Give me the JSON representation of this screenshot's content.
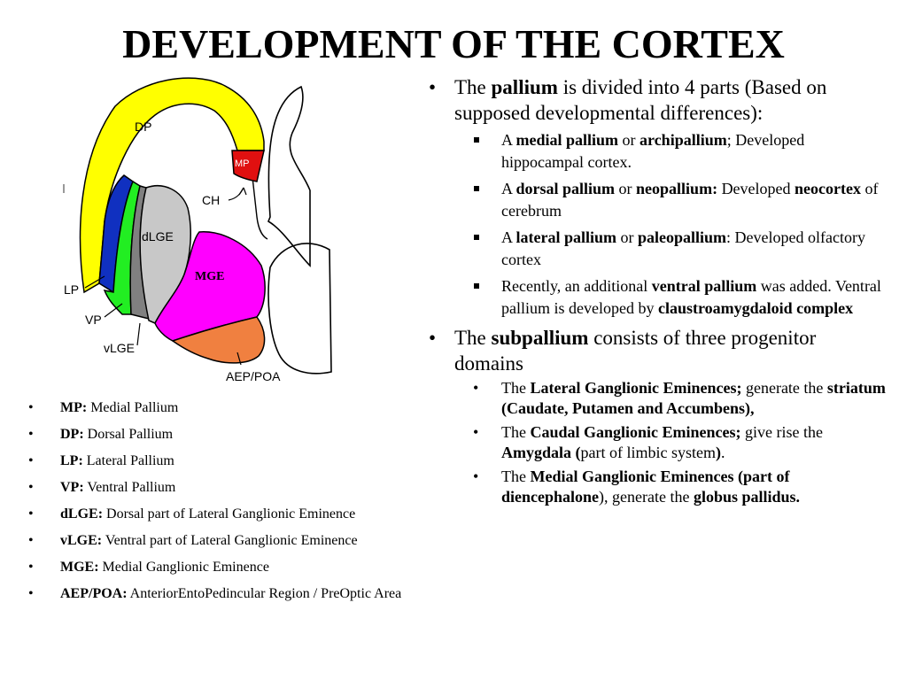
{
  "title": "DEVELOPMENT OF THE CORTEX",
  "diagram": {
    "labels": {
      "dp": "DP",
      "mp": "MP",
      "ch": "CH",
      "dlge": "dLGE",
      "mge": "MGE",
      "lp": "LP",
      "vp": "VP",
      "vlge": "vLGE",
      "aep": "AEP/POA"
    },
    "colors": {
      "dp": "#ffff00",
      "mp": "#e01010",
      "lp": "#1030c0",
      "vp": "#22ee22",
      "vlge": "#808080",
      "dlge": "#c8c8c8",
      "mge": "#ff00ff",
      "aep": "#f08040"
    }
  },
  "legend": [
    {
      "abbr": "MP:",
      "text": " Medial Pallium"
    },
    {
      "abbr": "DP:",
      "text": " Dorsal Pallium"
    },
    {
      "abbr": "LP:",
      "text": " Lateral Pallium"
    },
    {
      "abbr": "VP:",
      "text": " Ventral Pallium"
    },
    {
      "abbr": "dLGE:",
      "text": " Dorsal part of Lateral Ganglionic Eminence"
    },
    {
      "abbr": "vLGE:",
      "text": " Ventral part of Lateral Ganglionic Eminence"
    },
    {
      "abbr": "MGE:",
      "text": " Medial Ganglionic Eminence"
    },
    {
      "abbr": "AEP/POA:",
      "text": " AnteriorEntoPedincular Region / PreOptic Area"
    }
  ],
  "pallium": {
    "p1": "The ",
    "b1": "pallium",
    "p2": " is divided into 4 parts (Based on supposed developmental differences):",
    "items": [
      {
        "a": "A ",
        "b": "medial pallium",
        "c": " or ",
        "d": "archipallium",
        "e": "; Developed hippocampal cortex."
      },
      {
        "a": "A ",
        "b": "dorsal pallium",
        "c": " or ",
        "d": "neopallium:",
        "e": " Developed ",
        "f": "neocortex",
        "g": " of cerebrum"
      },
      {
        "a": "A ",
        "b": "lateral pallium",
        "c": " or ",
        "d": "paleopallium",
        "e": ": Developed olfactory cortex"
      },
      {
        "a": "Recently, an additional ",
        "b": "ventral pallium",
        "c": " was added. Ventral pallium is developed by ",
        "d": "claustroamygdaloid complex"
      }
    ]
  },
  "subpallium": {
    "p1": "The ",
    "b1": "subpallium",
    "p2": " consists of three progenitor domains",
    "items": [
      {
        "a": "The ",
        "b": "Lateral Ganglionic Eminences;",
        "c": " generate the ",
        "d": "striatum (Caudate, Putamen and Accumbens),"
      },
      {
        "a": "The ",
        "b": "Caudal Ganglionic Eminences;",
        "c": " give rise the ",
        "d": "Amygdala (",
        "e": "part of limbic system",
        "f": ")",
        "g": "."
      },
      {
        "a": "The ",
        "b": "Medial Ganglionic Eminences (part of diencephalone",
        "c": "), generate the ",
        "d": "globus pallidus."
      }
    ]
  }
}
